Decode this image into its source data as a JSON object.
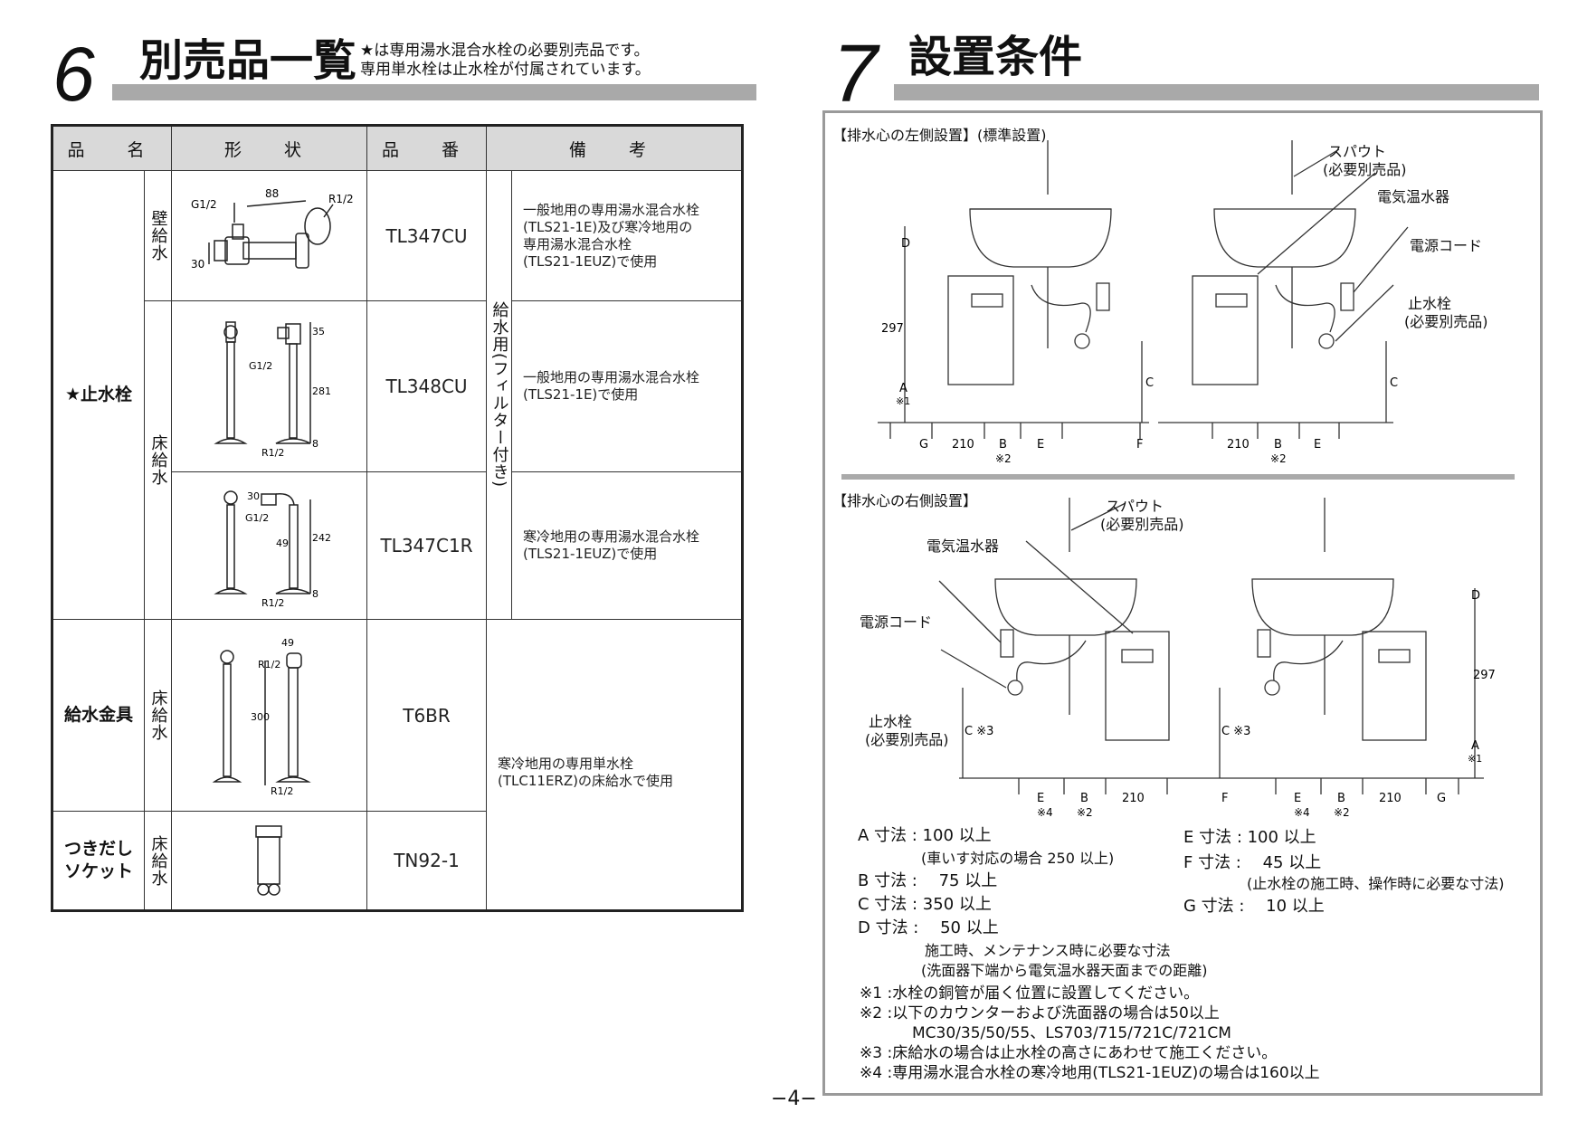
{
  "section6": {
    "number": "6",
    "title": "別売品一覧",
    "note_line1": "★は専用湯水混合水栓の必要別売品です。",
    "note_line2": "専用単水栓は止水栓が付属されています。"
  },
  "section7": {
    "number": "7",
    "title": "設置条件"
  },
  "table": {
    "headers": [
      "品　名",
      "形　状",
      "品　番",
      "備　考"
    ],
    "cat_stop_valve": "★止水栓",
    "cat_supply": "給水金具",
    "cat_socket_line1": "つきだし",
    "cat_socket_line2": "ソケット",
    "wall_supply": "壁給水",
    "floor_supply": "床給水",
    "filter_note": "給水用(フィルター付き)",
    "rows": [
      {
        "part_no": "TL347CU",
        "remarks": [
          "一般地用の専用湯水混合水栓",
          "(TLS21-1E)及び寒冷地用の",
          "専用湯水混合水栓",
          "(TLS21-1EUZ)で使用"
        ]
      },
      {
        "part_no": "TL348CU",
        "remarks": [
          "一般地用の専用湯水混合水栓",
          "(TLS21-1E)で使用"
        ]
      },
      {
        "part_no": "TL347C1R",
        "remarks": [
          "寒冷地用の専用湯水混合水栓",
          "(TLS21-1EUZ)で使用"
        ]
      },
      {
        "part_no": "T6BR",
        "remarks": [
          "寒冷地用の専用単水栓",
          "(TLC11ERZ)の床給水で使用"
        ]
      },
      {
        "part_no": "TN92-1",
        "remarks": []
      }
    ],
    "dims": {
      "r1": {
        "g12": "G1/2",
        "d88": "88",
        "r12": "R1/2",
        "d30": "30"
      },
      "r2": {
        "d35": "35",
        "g12": "G1/2",
        "d281": "281",
        "r12": "R1/2",
        "d8": "8"
      },
      "r3": {
        "d30": "30",
        "g12": "G1/2",
        "d49": "49",
        "d242": "242",
        "r12": "R1/2",
        "d8": "8"
      },
      "r4": {
        "d49": "49",
        "r12a": "R1/2",
        "d300": "300",
        "r12b": "R1/2"
      }
    }
  },
  "diagram_left": {
    "label": "【排水心の左側設置】(標準設置)",
    "spout": "スパウト",
    "spout_sub": "(必要別売品)",
    "heater": "電気温水器",
    "cord": "電源コード",
    "valve": "止水栓",
    "valve_sub": "(必要別売品)",
    "dims": {
      "D": "D",
      "d297": "297",
      "A": "A",
      "n1": "※1",
      "C": "C",
      "G": "G",
      "d210": "210",
      "B": "B",
      "E": "E",
      "F": "F",
      "n2": "※2"
    }
  },
  "diagram_right": {
    "label": "【排水心の右側設置】",
    "spout": "スパウト",
    "spout_sub": "(必要別売品)",
    "heater": "電気温水器",
    "cord": "電源コード",
    "valve": "止水栓",
    "valve_sub": "(必要別売品)",
    "dims": {
      "C3": "C ※3",
      "D": "D",
      "d297": "297",
      "A": "A",
      "n1": "※1",
      "E": "E",
      "B": "B",
      "d210": "210",
      "F": "F",
      "G": "G",
      "n4": "※4",
      "n2": "※2"
    }
  },
  "specs": {
    "A": "A 寸法 : 100 以上",
    "A_sub": "(車いす対応の場合 250 以上)",
    "B": "B 寸法 :　 75 以上",
    "C": "C 寸法 : 350 以上",
    "D": "D 寸法 :　 50 以上",
    "D_sub1": "施工時、メンテナンス時に必要な寸法",
    "D_sub2": "(洗面器下端から電気温水器天面までの距離)",
    "E": "E 寸法 : 100 以上",
    "F": "F 寸法 :　 45 以上",
    "F_sub": "(止水栓の施工時、操作時に必要な寸法)",
    "G": "G 寸法 :　 10 以上"
  },
  "footnotes": [
    "※1 :水栓の銅管が届く位置に設置してください。",
    "※2 :以下のカウンターおよび洗面器の場合は50以上",
    "MC30/35/50/55、LS703/715/721C/721CM",
    "※3 :床給水の場合は止水栓の高さにあわせて施工ください。",
    "※4 :専用湯水混合水栓の寒冷地用(TLS21-1EUZ)の場合は160以上"
  ],
  "page_number": "−4−"
}
